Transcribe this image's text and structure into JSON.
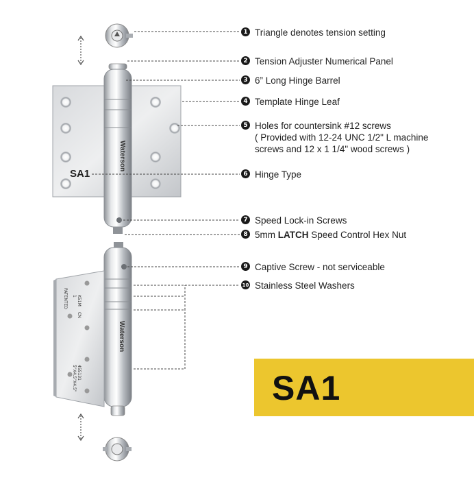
{
  "callouts": [
    {
      "num": "1",
      "text": "Triangle denotes tension setting"
    },
    {
      "num": "2",
      "text": "Tension Adjuster Numerical Panel"
    },
    {
      "num": "3",
      "text": "6” Long Hinge Barrel"
    },
    {
      "num": "4",
      "text": "Template Hinge Leaf"
    },
    {
      "num": "5",
      "text": "Holes for countersink #12 screws",
      "line2": "( Provided with 12-24 UNC 1/2\" L machine",
      "line3": "screws and 12 x 1 1/4\" wood screws )"
    },
    {
      "num": "6",
      "text": "Hinge Type"
    },
    {
      "num": "7",
      "text": "Speed Lock-in Screws"
    },
    {
      "num": "8",
      "text_pre": "5mm ",
      "text_bold": "LATCH",
      "text_post": " Speed Control Hex Nut"
    },
    {
      "num": "9",
      "text": "Captive Screw - not serviceable"
    },
    {
      "num": "10",
      "text": "Stainless Steel Washers"
    }
  ],
  "hinge_label": "SA1",
  "badge": {
    "text": "SA1"
  },
  "brand": "Waterson",
  "engraving": {
    "line1": "K51M",
    "line2": "1",
    "line3": "CN",
    "line4": "PATENTED",
    "line5": "455131",
    "line6": "5\"X4.5\"X4.5\""
  },
  "colors": {
    "badge": "#ecc62e",
    "steel": "#c9ccd0",
    "line": "#444444"
  }
}
